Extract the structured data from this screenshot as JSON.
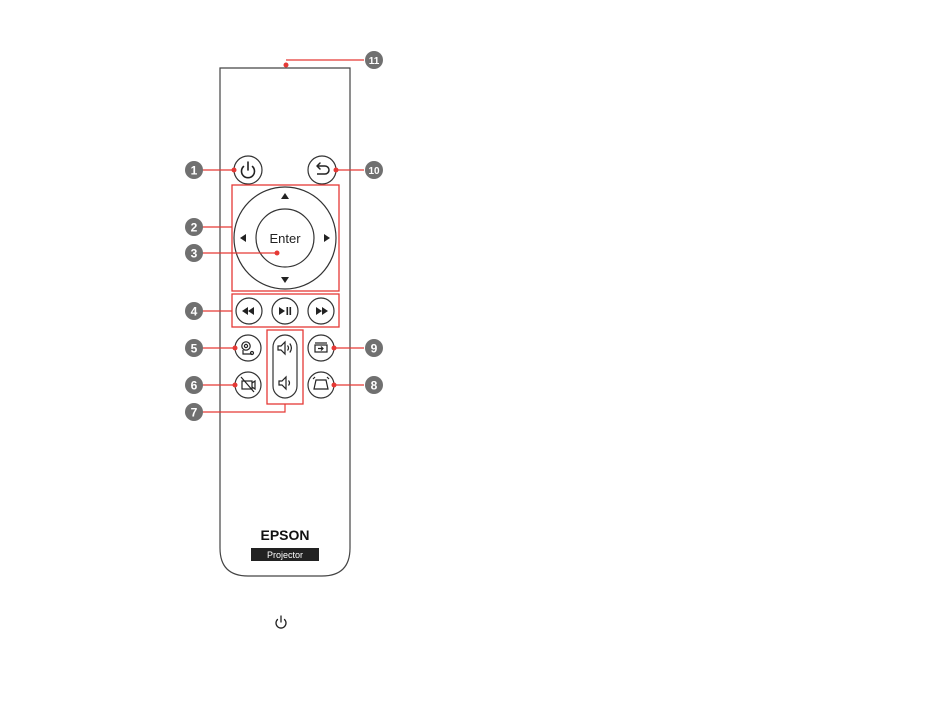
{
  "brand": "EPSON",
  "product_label": "Projector",
  "enter_label": "Enter",
  "callout_numbers": [
    "1",
    "2",
    "3",
    "4",
    "5",
    "6",
    "7",
    "8",
    "9",
    "10",
    "11"
  ],
  "accent_color": "#e53935",
  "icons": {
    "power": "power-icon",
    "return": "return-icon",
    "up": "arrow-up-icon",
    "down": "arrow-down-icon",
    "left": "arrow-left-icon",
    "right": "arrow-right-icon",
    "rewind": "rewind-icon",
    "play_pause": "play-pause-icon",
    "fast_forward": "fast-forward-icon",
    "settings": "settings-icon",
    "av_mute": "av-mute-icon",
    "volume_up": "volume-up-icon",
    "volume_down": "volume-down-icon",
    "source": "source-icon",
    "keystone": "keystone-icon"
  }
}
